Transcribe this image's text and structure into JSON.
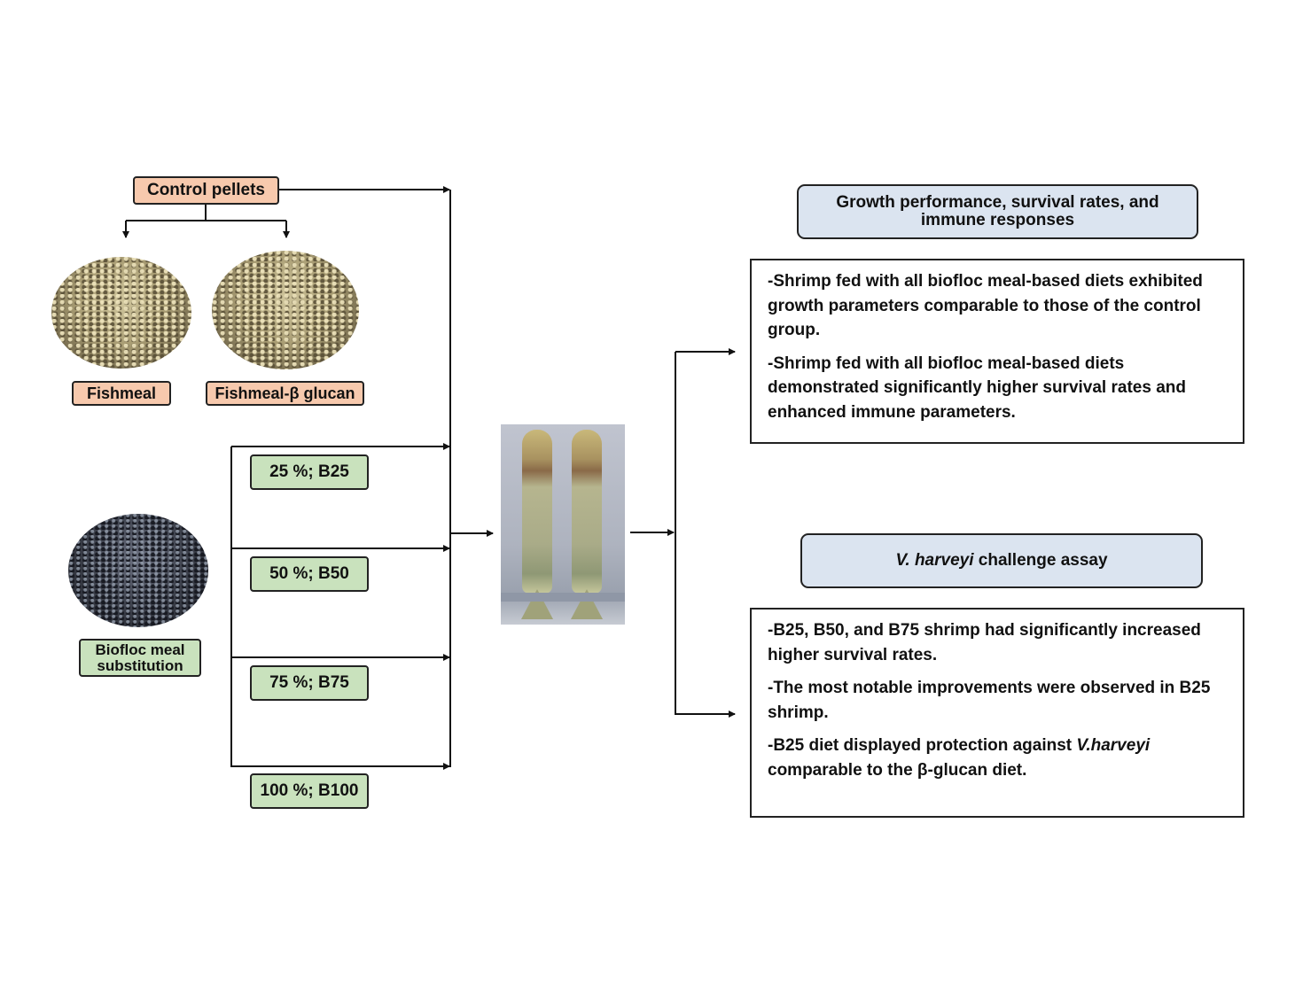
{
  "control": {
    "title": "Control pellets",
    "fishmeal_label": "Fishmeal",
    "fishmeal_glucan_label": "Fishmeal-β glucan"
  },
  "biofloc": {
    "label_line1": "Biofloc meal",
    "label_line2": "substitution",
    "levels": [
      {
        "label": "25 %; B25"
      },
      {
        "label": "50 %; B50"
      },
      {
        "label": "75 %; B75"
      },
      {
        "label": "100 %; B100"
      }
    ]
  },
  "center": {
    "image_subject": "shrimp-photo"
  },
  "outcome_growth": {
    "header_line1": "Growth performance, survival rates, and",
    "header_line2": "immune responses",
    "bullets": [
      "-Shrimp fed with all biofloc meal-based diets exhibited growth parameters comparable to those of the control group.",
      "-Shrimp fed with all biofloc meal-based diets demonstrated significantly higher survival rates and enhanced immune parameters."
    ]
  },
  "outcome_challenge": {
    "header_italic": "V. harveyi",
    "header_rest": " challenge assay",
    "bullet1": "-B25, B50, and B75 shrimp had significantly increased higher survival rates.",
    "bullet2": "-The most notable improvements were observed in B25 shrimp.",
    "bullet3_part1": "-B25 diet displayed protection against ",
    "bullet3_italic": "V.harveyi",
    "bullet3_part2": " comparable to the β-glucan diet."
  },
  "colors": {
    "control_fill": "#f7c9ad",
    "biofloc_fill": "#c9e2bd",
    "outcome_header_fill": "#dbe4f0",
    "stroke": "#222222"
  }
}
